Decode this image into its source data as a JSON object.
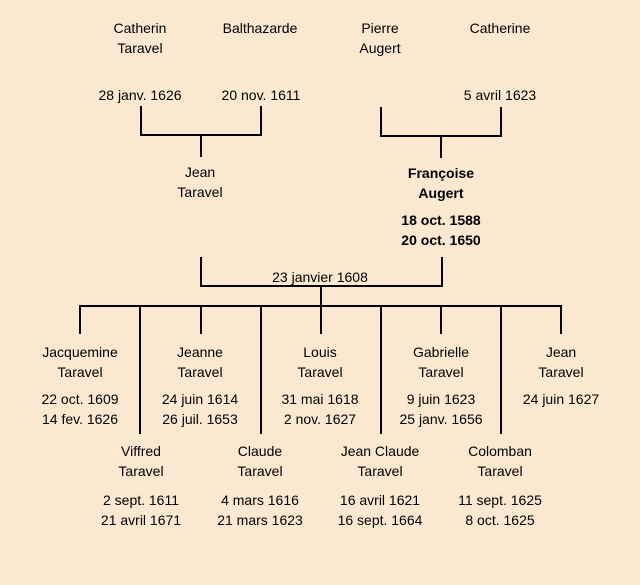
{
  "colors": {
    "background": "#FAE8D1",
    "line": "#000000",
    "text": "#000000",
    "highlight_text": "#000000"
  },
  "tree": {
    "paternal_grandfather": {
      "line1": "Catherin",
      "line2": "Taravel",
      "date": "28 janv. 1626"
    },
    "paternal_grandmother": {
      "line1": "Balthazarde",
      "date": "20 nov. 1611"
    },
    "maternal_grandfather": {
      "line1": "Pierre",
      "line2": "Augert"
    },
    "maternal_grandmother": {
      "line1": "Catherine",
      "date": "5 avril 1623"
    },
    "father": {
      "line1": "Jean",
      "line2": "Taravel"
    },
    "mother": {
      "line1": "Françoise",
      "line2": "Augert",
      "date1": "18 oct. 1588",
      "date2": "20 oct. 1650"
    },
    "marriage": {
      "date": "23 janvier 1608"
    },
    "children_top": [
      {
        "line1": "Jacquemine",
        "line2": "Taravel",
        "date1": "22 oct. 1609",
        "date2": "14 fev. 1626"
      },
      {
        "line1": "Jeanne",
        "line2": "Taravel",
        "date1": "24 juin 1614",
        "date2": "26 juil. 1653"
      },
      {
        "line1": "Louis",
        "line2": "Taravel",
        "date1": "31 mai 1618",
        "date2": "2 nov. 1627"
      },
      {
        "line1": "Gabrielle",
        "line2": "Taravel",
        "date1": "9 juin 1623",
        "date2": "25 janv. 1656"
      },
      {
        "line1": "Jean",
        "line2": "Taravel",
        "date1": "24 juin 1627"
      }
    ],
    "children_bottom": [
      {
        "line1": "Viffred",
        "line2": "Taravel",
        "date1": "2 sept. 1611",
        "date2": "21 avril 1671"
      },
      {
        "line1": "Claude",
        "line2": "Taravel",
        "date1": "4 mars 1616",
        "date2": "21 mars 1623"
      },
      {
        "line1": "Jean Claude",
        "line2": "Taravel",
        "date1": "16 avril 1621",
        "date2": "16 sept. 1664"
      },
      {
        "line1": "Colomban",
        "line2": "Taravel",
        "date1": "11 sept. 1625",
        "date2": "8 oct. 1625"
      }
    ]
  }
}
